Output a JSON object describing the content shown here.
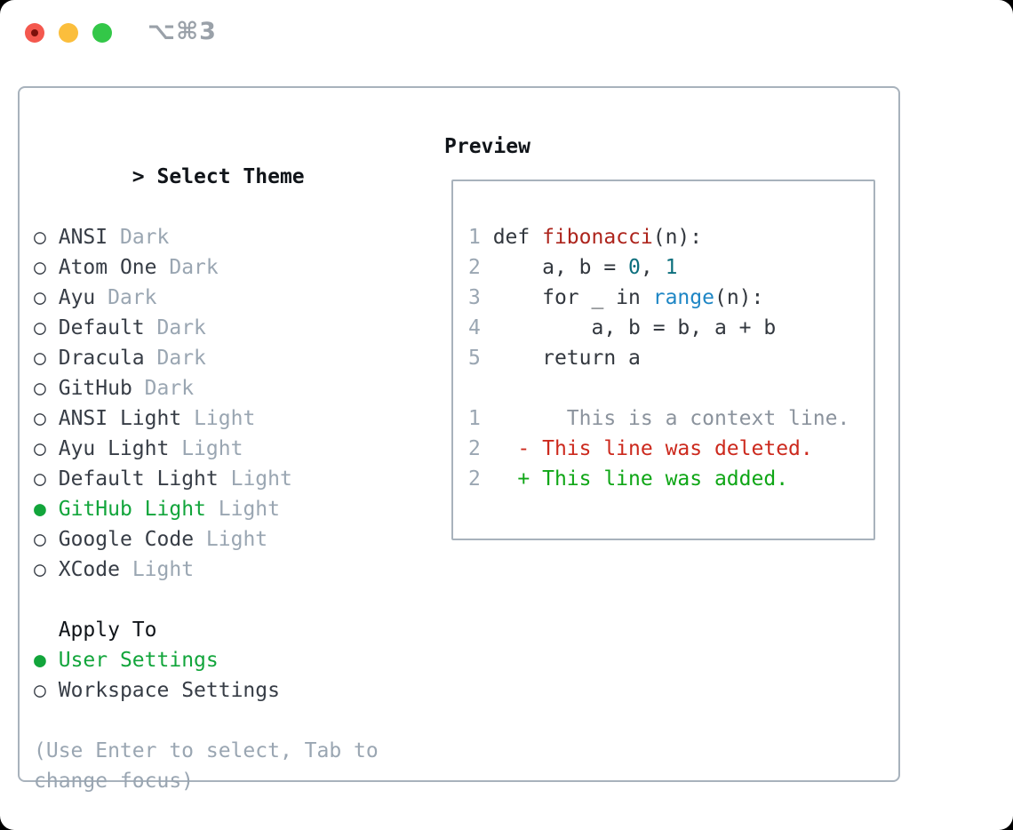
{
  "window": {
    "titlebar": {
      "shortcut": "⌥⌘3",
      "traffic_lights": [
        {
          "name": "close",
          "color": "#f4584e",
          "has_dot": true,
          "dot_color": "#7c110b"
        },
        {
          "name": "minimize",
          "color": "#fbbe3c",
          "has_dot": false,
          "dot_color": ""
        },
        {
          "name": "zoom",
          "color": "#33c748",
          "has_dot": false,
          "dot_color": ""
        }
      ]
    }
  },
  "theme_picker": {
    "header": {
      "prompt": "> ",
      "label": "Select Theme"
    },
    "bullet_selected": "●",
    "bullet_unselected": "○",
    "items": [
      {
        "name": "ANSI",
        "variant": "Dark",
        "selected": false
      },
      {
        "name": "Atom One",
        "variant": "Dark",
        "selected": false
      },
      {
        "name": "Ayu",
        "variant": "Dark",
        "selected": false
      },
      {
        "name": "Default",
        "variant": "Dark",
        "selected": false
      },
      {
        "name": "Dracula",
        "variant": "Dark",
        "selected": false
      },
      {
        "name": "GitHub",
        "variant": "Dark",
        "selected": false
      },
      {
        "name": "ANSI Light",
        "variant": "Light",
        "selected": false
      },
      {
        "name": "Ayu Light",
        "variant": "Light",
        "selected": false
      },
      {
        "name": "Default Light",
        "variant": "Light",
        "selected": false
      },
      {
        "name": "GitHub Light",
        "variant": "Light",
        "selected": true
      },
      {
        "name": "Google Code",
        "variant": "Light",
        "selected": false
      },
      {
        "name": "XCode",
        "variant": "Light",
        "selected": false
      }
    ]
  },
  "apply_to": {
    "header": "Apply To",
    "options": [
      {
        "label": "User Settings",
        "selected": true
      },
      {
        "label": "Workspace Settings",
        "selected": false
      }
    ]
  },
  "help": {
    "lines": [
      "(Use Enter to select, Tab to",
      "change focus)"
    ]
  },
  "preview": {
    "header": "Preview",
    "lines": [
      [
        {
          "t": "1 ",
          "c": "ln"
        },
        {
          "t": "def ",
          "c": "code"
        },
        {
          "t": "fibonacci",
          "c": "func"
        },
        {
          "t": "(n):",
          "c": "code"
        }
      ],
      [
        {
          "t": "2 ",
          "c": "ln"
        },
        {
          "t": "    a, b = ",
          "c": "code"
        },
        {
          "t": "0",
          "c": "num"
        },
        {
          "t": ", ",
          "c": "code"
        },
        {
          "t": "1",
          "c": "num"
        }
      ],
      [
        {
          "t": "3 ",
          "c": "ln"
        },
        {
          "t": "    for _ in ",
          "c": "code"
        },
        {
          "t": "range",
          "c": "builtin"
        },
        {
          "t": "(n):",
          "c": "code"
        }
      ],
      [
        {
          "t": "4 ",
          "c": "ln"
        },
        {
          "t": "        a, b = b, a + b",
          "c": "code"
        }
      ],
      [
        {
          "t": "5 ",
          "c": "ln"
        },
        {
          "t": "    return a",
          "c": "code"
        }
      ],
      [],
      [
        {
          "t": "1",
          "c": "ln"
        },
        {
          "t": "       This is a context line.",
          "c": "ctx"
        }
      ],
      [
        {
          "t": "2",
          "c": "ln"
        },
        {
          "t": "   ",
          "c": "code"
        },
        {
          "t": "- This line was deleted.",
          "c": "del"
        }
      ],
      [
        {
          "t": "2",
          "c": "ln"
        },
        {
          "t": "   ",
          "c": "code"
        },
        {
          "t": "+ This line was added.",
          "c": "add"
        }
      ]
    ]
  },
  "colors": {
    "border": "#a8b2bc",
    "header": "#101419",
    "dark": "#373d46",
    "code": "#32373e",
    "gray": "#9aa6b2",
    "ctx": "#8b939d",
    "green": "#12a53b",
    "add": "#0fa616",
    "del": "#cc291d",
    "func": "#ad241c",
    "numv": "#0c6f7d",
    "builtin": "#1e86c5",
    "titlegray": "#9aa1a9"
  }
}
